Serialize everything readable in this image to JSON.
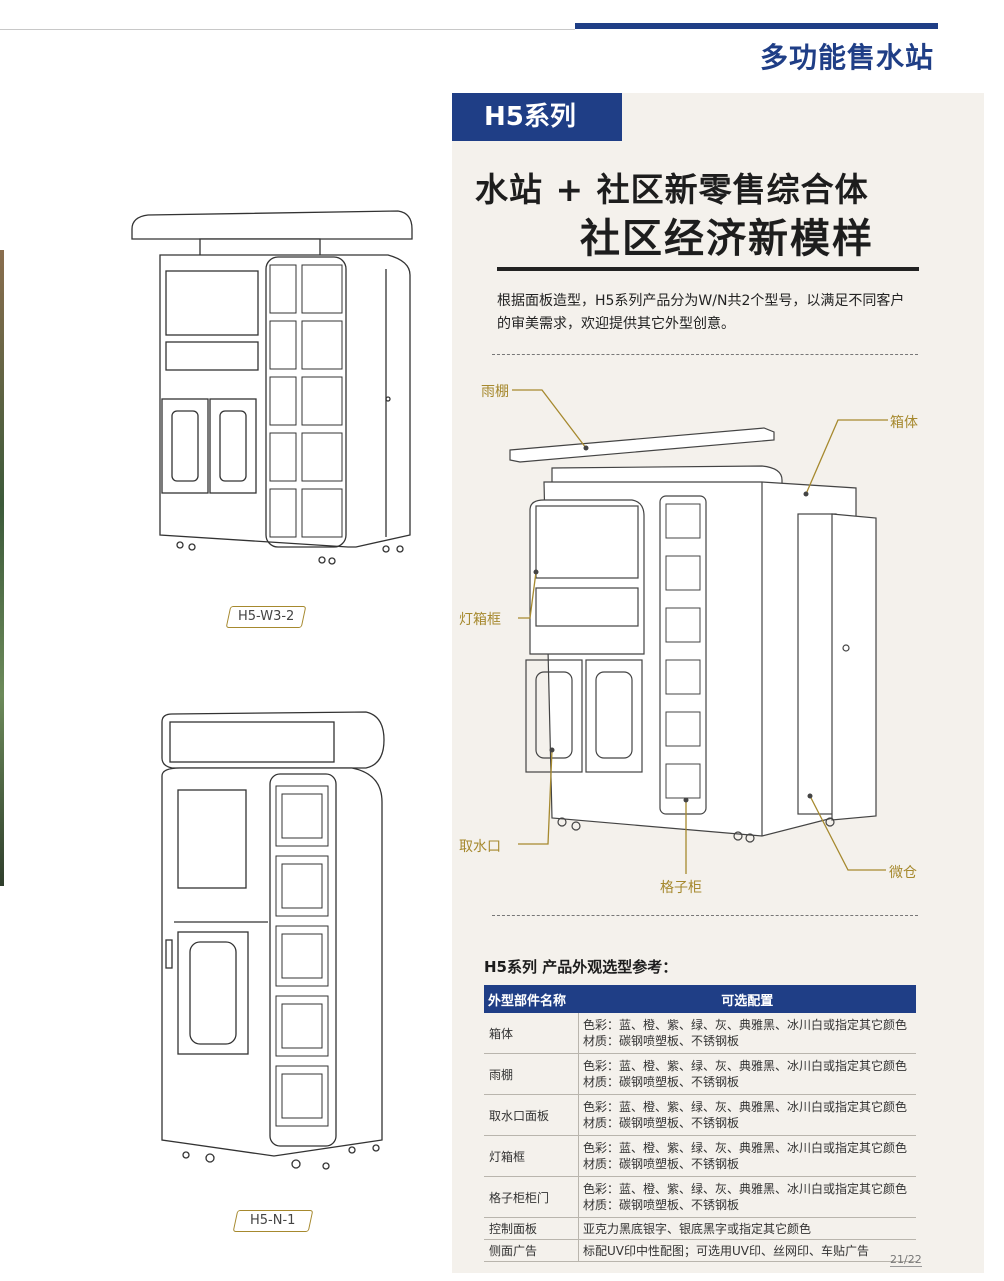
{
  "header": {
    "brand_title": "多功能售水站"
  },
  "series": {
    "tag": "H5系列"
  },
  "headline": {
    "line1": "水站 + 社区新零售综合体",
    "line2": "社区经济新模样"
  },
  "intro": "根据面板造型，H5系列产品分为W/N共2个型号，以满足不同客户的审美需求，欢迎提供其它外型创意。",
  "callouts": {
    "canopy": "雨棚",
    "cabinet_body": "箱体",
    "lightbox_frame": "灯箱框",
    "water_outlet": "取水口",
    "micro_bin": "微仓",
    "grid_cabinet": "格子柜"
  },
  "models": {
    "w": "H5-W3-2",
    "n": "H5-N-1"
  },
  "options_table": {
    "title": "H5系列 产品外观选型参考：",
    "col_part": "外型部件名称",
    "col_config": "可选配置",
    "rows": [
      {
        "part": "箱体",
        "color": "色彩：蓝、橙、紫、绿、灰、典雅黑、冰川白或指定其它颜色",
        "material": "材质：碳钢喷塑板、不锈钢板"
      },
      {
        "part": "雨棚",
        "color": "色彩：蓝、橙、紫、绿、灰、典雅黑、冰川白或指定其它颜色",
        "material": "材质：碳钢喷塑板、不锈钢板"
      },
      {
        "part": "取水口面板",
        "color": "色彩：蓝、橙、紫、绿、灰、典雅黑、冰川白或指定其它颜色",
        "material": "材质：碳钢喷塑板、不锈钢板"
      },
      {
        "part": "灯箱框",
        "color": "色彩：蓝、橙、紫、绿、灰、典雅黑、冰川白或指定其它颜色",
        "material": "材质：碳钢喷塑板、不锈钢板"
      },
      {
        "part": "格子柜柜门",
        "color": "色彩：蓝、橙、紫、绿、灰、典雅黑、冰川白或指定其它颜色",
        "material": "材质：碳钢喷塑板、不锈钢板"
      }
    ],
    "single_rows": [
      {
        "part": "控制面板",
        "value": "亚克力黑底银字、银底黑字或指定其它颜色"
      },
      {
        "part": "侧面广告",
        "value": "标配UV印中性配图；可选用UV印、丝网印、车贴广告"
      }
    ]
  },
  "page": {
    "number": "21/22"
  },
  "colors": {
    "brand_blue": "#1f3e86",
    "gold": "#a6892e",
    "panel_bg": "#f4f1ec"
  }
}
